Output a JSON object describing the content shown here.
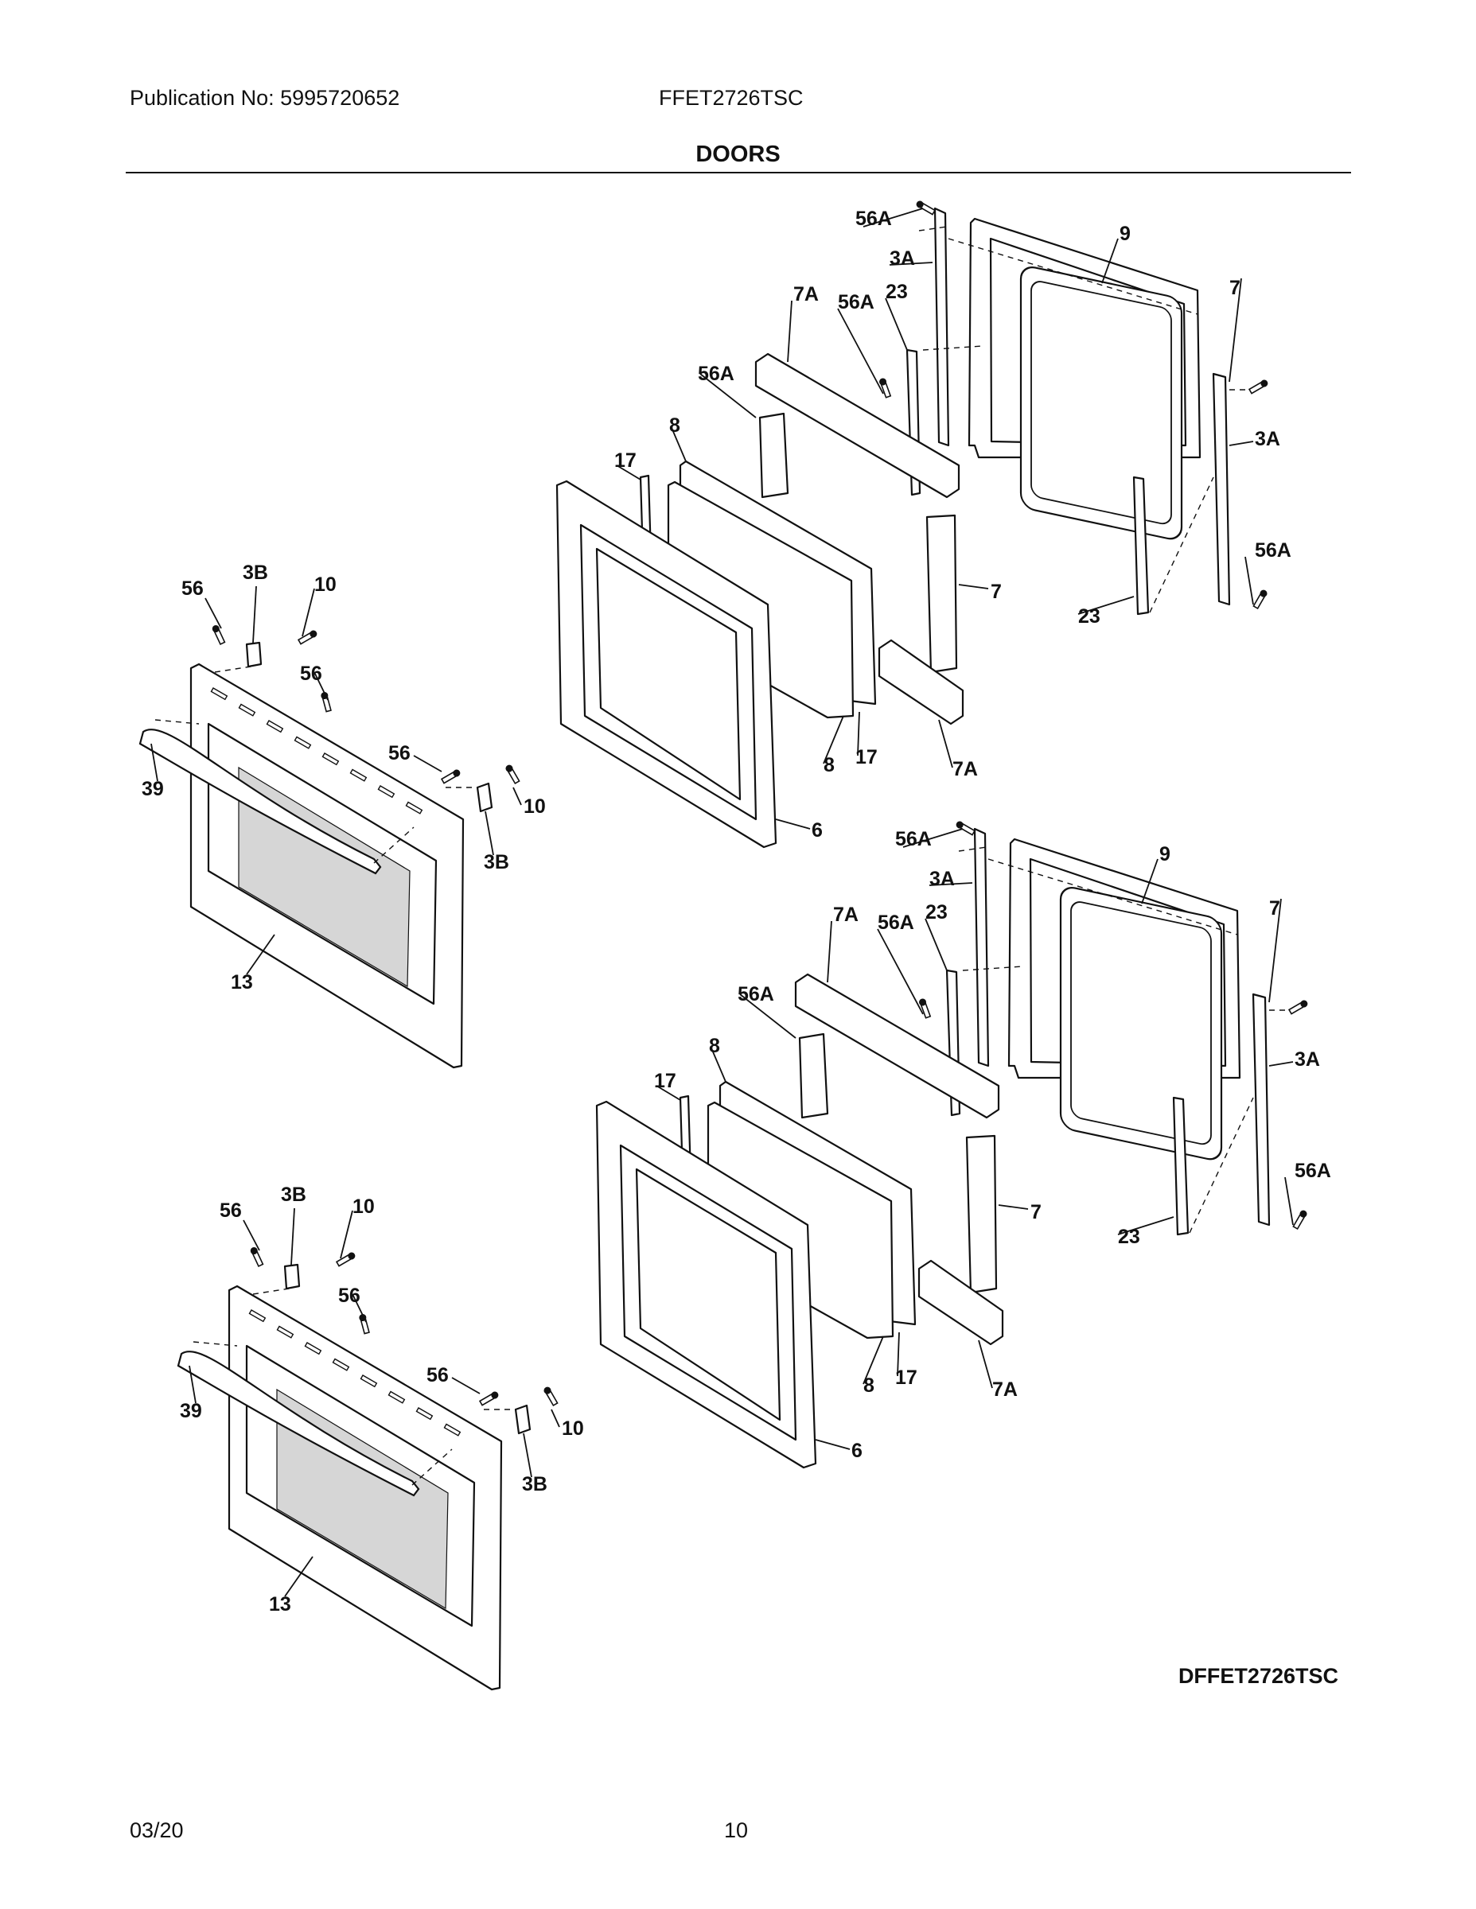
{
  "header": {
    "publication": "Publication No: 5995720652",
    "model": "FFET2726TSC"
  },
  "section_title": "DOORS",
  "diagram_code": "DFFET2726TSC",
  "footer": {
    "date": "03/20",
    "page": "10"
  },
  "part_labels": {
    "top_door_upper": [
      "56A",
      "3A",
      "9",
      "56A",
      "7A",
      "23",
      "56A",
      "7",
      "3A",
      "8",
      "17",
      "56A",
      "7",
      "23",
      "8",
      "17",
      "7A",
      "6"
    ],
    "top_door_outer": [
      "56",
      "3B",
      "10",
      "56",
      "56",
      "39",
      "10",
      "3B",
      "13"
    ],
    "bottom_door_upper": [
      "56A",
      "3A",
      "9",
      "56A",
      "7A",
      "23",
      "56A",
      "7",
      "3A",
      "8",
      "17",
      "56A",
      "7",
      "23",
      "8",
      "17",
      "7A",
      "6"
    ],
    "bottom_door_outer": [
      "56",
      "3B",
      "10",
      "56",
      "56",
      "39",
      "10",
      "3B",
      "13"
    ]
  }
}
